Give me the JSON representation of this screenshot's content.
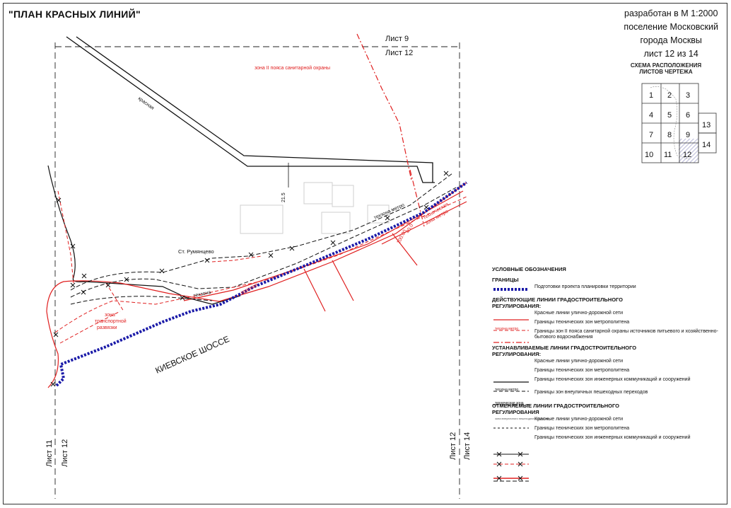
{
  "header": {
    "title": "\"ПЛАН КРАСНЫХ ЛИНИЙ\"",
    "scale_line": "разработан в М 1:2000",
    "location_line1": "поселение Московский",
    "location_line2": "города Москвы",
    "sheet_line": "лист 12 из 14"
  },
  "scheme": {
    "title_line1": "СХЕМА РАСПОЛОЖЕНИЯ",
    "title_line2": "ЛИСТОВ ЧЕРТЕЖА",
    "cells": [
      "1",
      "2",
      "3",
      "4",
      "5",
      "6",
      "7",
      "8",
      "9",
      "10",
      "11",
      "12",
      "13",
      "14"
    ],
    "highlighted_cell": "12"
  },
  "sheet_labels": {
    "top_a": "Лист 9",
    "top_b": "Лист 12",
    "left_a": "Лист 11",
    "left_b": "Лист 12",
    "right_a": "Лист 12",
    "right_b": "Лист 14"
  },
  "map_labels": {
    "sanitary_zone": "зона II пояса санитарной охраны",
    "red_line_diag": "красная",
    "station": "Ст. Румянцево",
    "dim_21_5": "21.5",
    "interchange_zone_line1": "зона",
    "interchange_zone_line2": "транспортной",
    "interchange_zone_line3": "развязки",
    "highway": "КИЕВСКОЕ ШОССЕ",
    "red_small": "красная",
    "tech_zone_label": "техзона",
    "metro_zone_line1": "техническая",
    "metro_zone_line2": "зона метро",
    "dim_100": "100.00",
    "dim_40": "40.0",
    "tech_zone_metro": "техзона метро"
  },
  "legend": {
    "title": "УСЛОВНЫЕ ОБОЗНАЧЕНИЯ",
    "boundaries_head": "ГРАНИЦЫ",
    "boundaries_item": "Подготовки проекта планировки территории",
    "existing_head": "ДЕЙСТВУЮЩИЕ ЛИНИИ ГРАДОСТРОИТЕЛЬНОГО РЕГУЛИРОВАНИЯ:",
    "existing_items": [
      "Красные линии улично-дорожной сети",
      "Границы технических зон метрополитена",
      "Границы зон II пояса санитарной охраны источников питьевого и хозяйственно-бытового водоснабжения"
    ],
    "existing_metro_symbol": "техзона метро",
    "established_head": "УСТАНАВЛИВАЕМЫЕ ЛИНИИ ГРАДОСТРОИТЕЛЬНОГО РЕГУЛИРОВАНИЯ:",
    "established_items": [
      "Красные линии улично-дорожной сети",
      "Границы технических зон метрополитена",
      "Границы технических зон инженерных коммуникаций и сооружений",
      "Границы зон внеуличных пешеходных переходов"
    ],
    "established_metro_symbol": "техзона метро",
    "established_eng_symbol": "техническая зона",
    "established_ped_symbol": "зона внеуличного пешеходного перехода",
    "cancelled_head": "ОТМЕНЯЕМЫЕ ЛИНИИ ГРАДОСТРОИТЕЛЬНОГО РЕГУЛИРОВАНИЯ",
    "cancelled_items": [
      "Красные линии улично-дорожной сети",
      "Границы технических зон метрополитена",
      "Границы технических зон инженерных коммуникаций и сооружений"
    ]
  },
  "colors": {
    "red_line": "#e02020",
    "boundary_blue": "#1a1aa8",
    "black_line": "#111111",
    "building_grey": "#cfcfcf",
    "scheme_highlight": "#c8c8e0"
  }
}
